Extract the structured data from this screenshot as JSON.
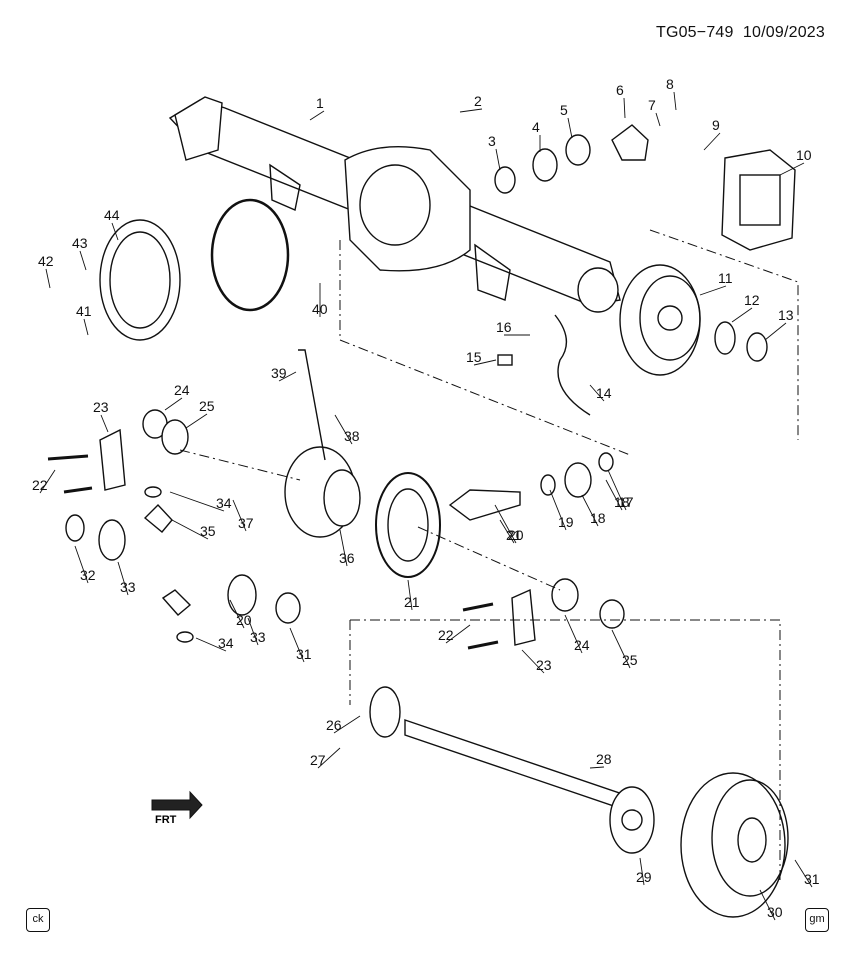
{
  "header": {
    "code": "TG05−749",
    "date": "10/09/2023"
  },
  "direction_label": "FRT",
  "badges": {
    "left": "ck",
    "right": "gm"
  },
  "callouts": [
    "1",
    "2",
    "3",
    "4",
    "5",
    "6",
    "7",
    "8",
    "9",
    "10",
    "11",
    "12",
    "13",
    "14",
    "15",
    "16",
    "17",
    "18",
    "19",
    "20",
    "21",
    "22",
    "23",
    "24",
    "25",
    "26",
    "27",
    "28",
    "29",
    "30",
    "31",
    "32",
    "33",
    "34",
    "35",
    "36",
    "37",
    "38",
    "39",
    "40",
    "41",
    "42",
    "43",
    "44"
  ]
}
